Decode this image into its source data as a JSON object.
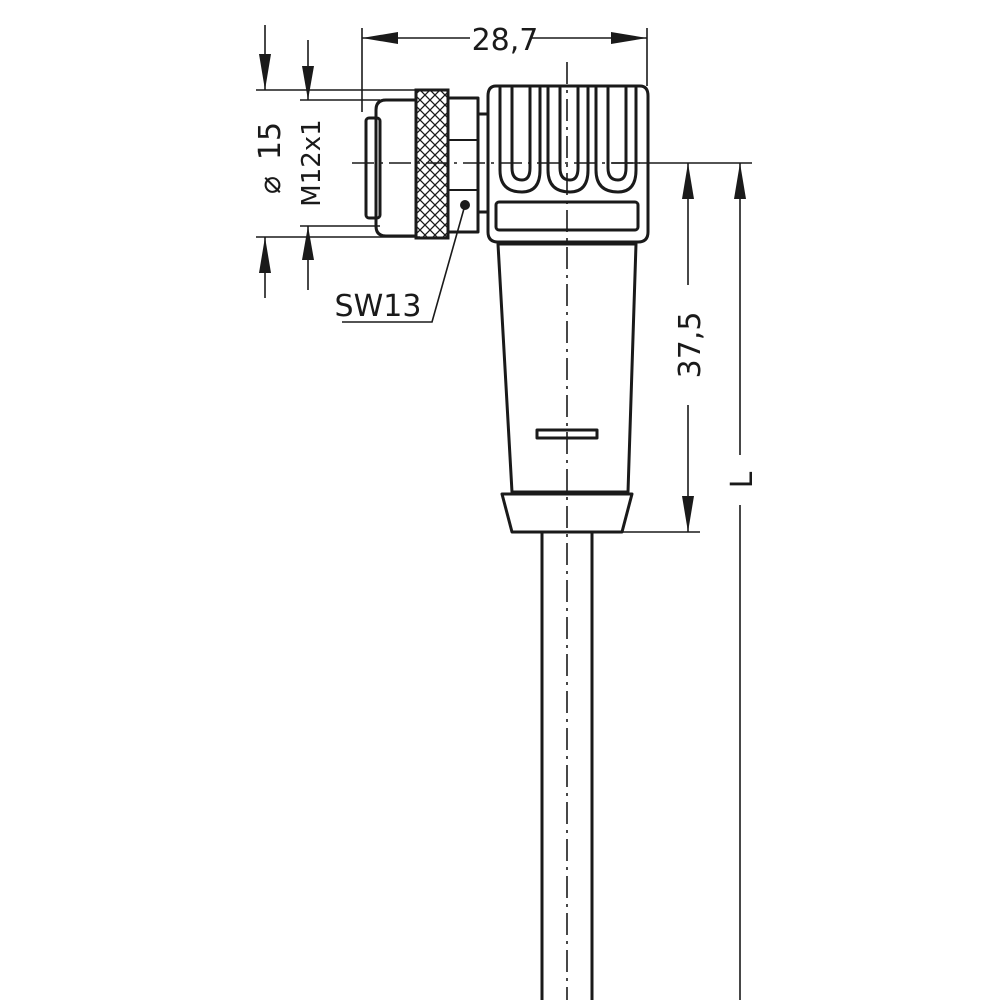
{
  "drawing": {
    "dimensions": {
      "width_top": "28,7",
      "diameter": "15",
      "diameter_symbol": "⌀",
      "thread": "M12x1",
      "wrench_size": "SW13",
      "housing_length": "37,5",
      "cable_length": "L"
    }
  }
}
